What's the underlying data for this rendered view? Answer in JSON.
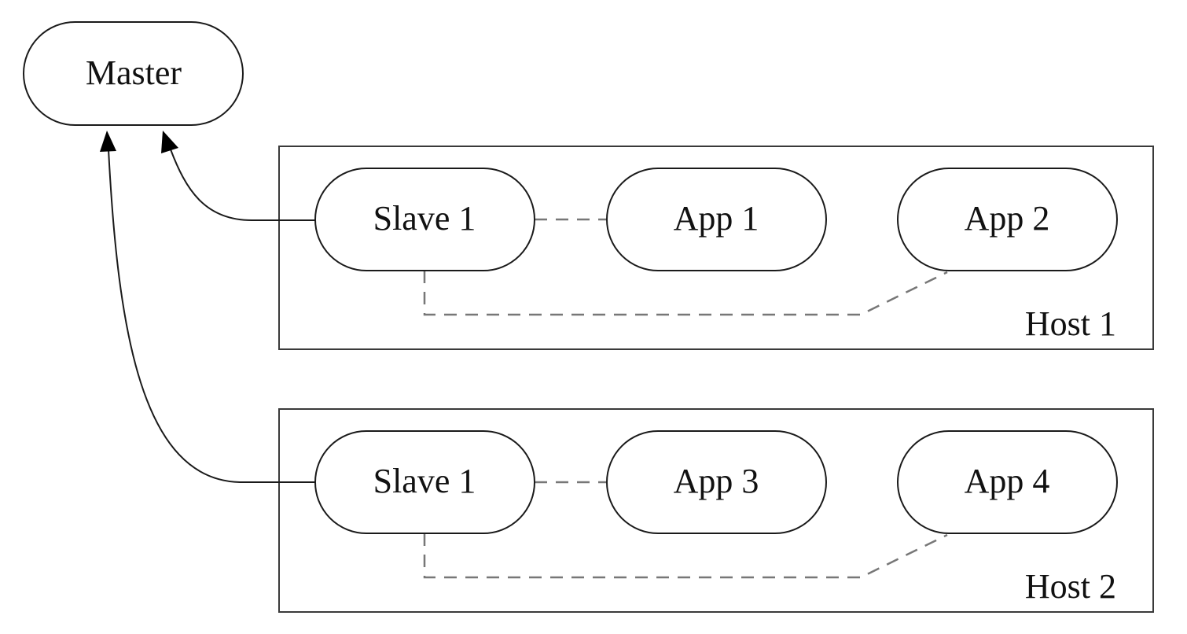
{
  "diagram": {
    "master": {
      "label": "Master"
    },
    "hosts": [
      {
        "label": "Host 1",
        "slave": {
          "label": "Slave 1"
        },
        "apps": [
          {
            "label": "App 1"
          },
          {
            "label": "App 2"
          }
        ]
      },
      {
        "label": "Host 2",
        "slave": {
          "label": "Slave 1"
        },
        "apps": [
          {
            "label": "App 3"
          },
          {
            "label": "App 4"
          }
        ]
      }
    ],
    "colors": {
      "stroke": "#1a1a1a",
      "dashed": "#777777",
      "background": "#ffffff"
    }
  }
}
